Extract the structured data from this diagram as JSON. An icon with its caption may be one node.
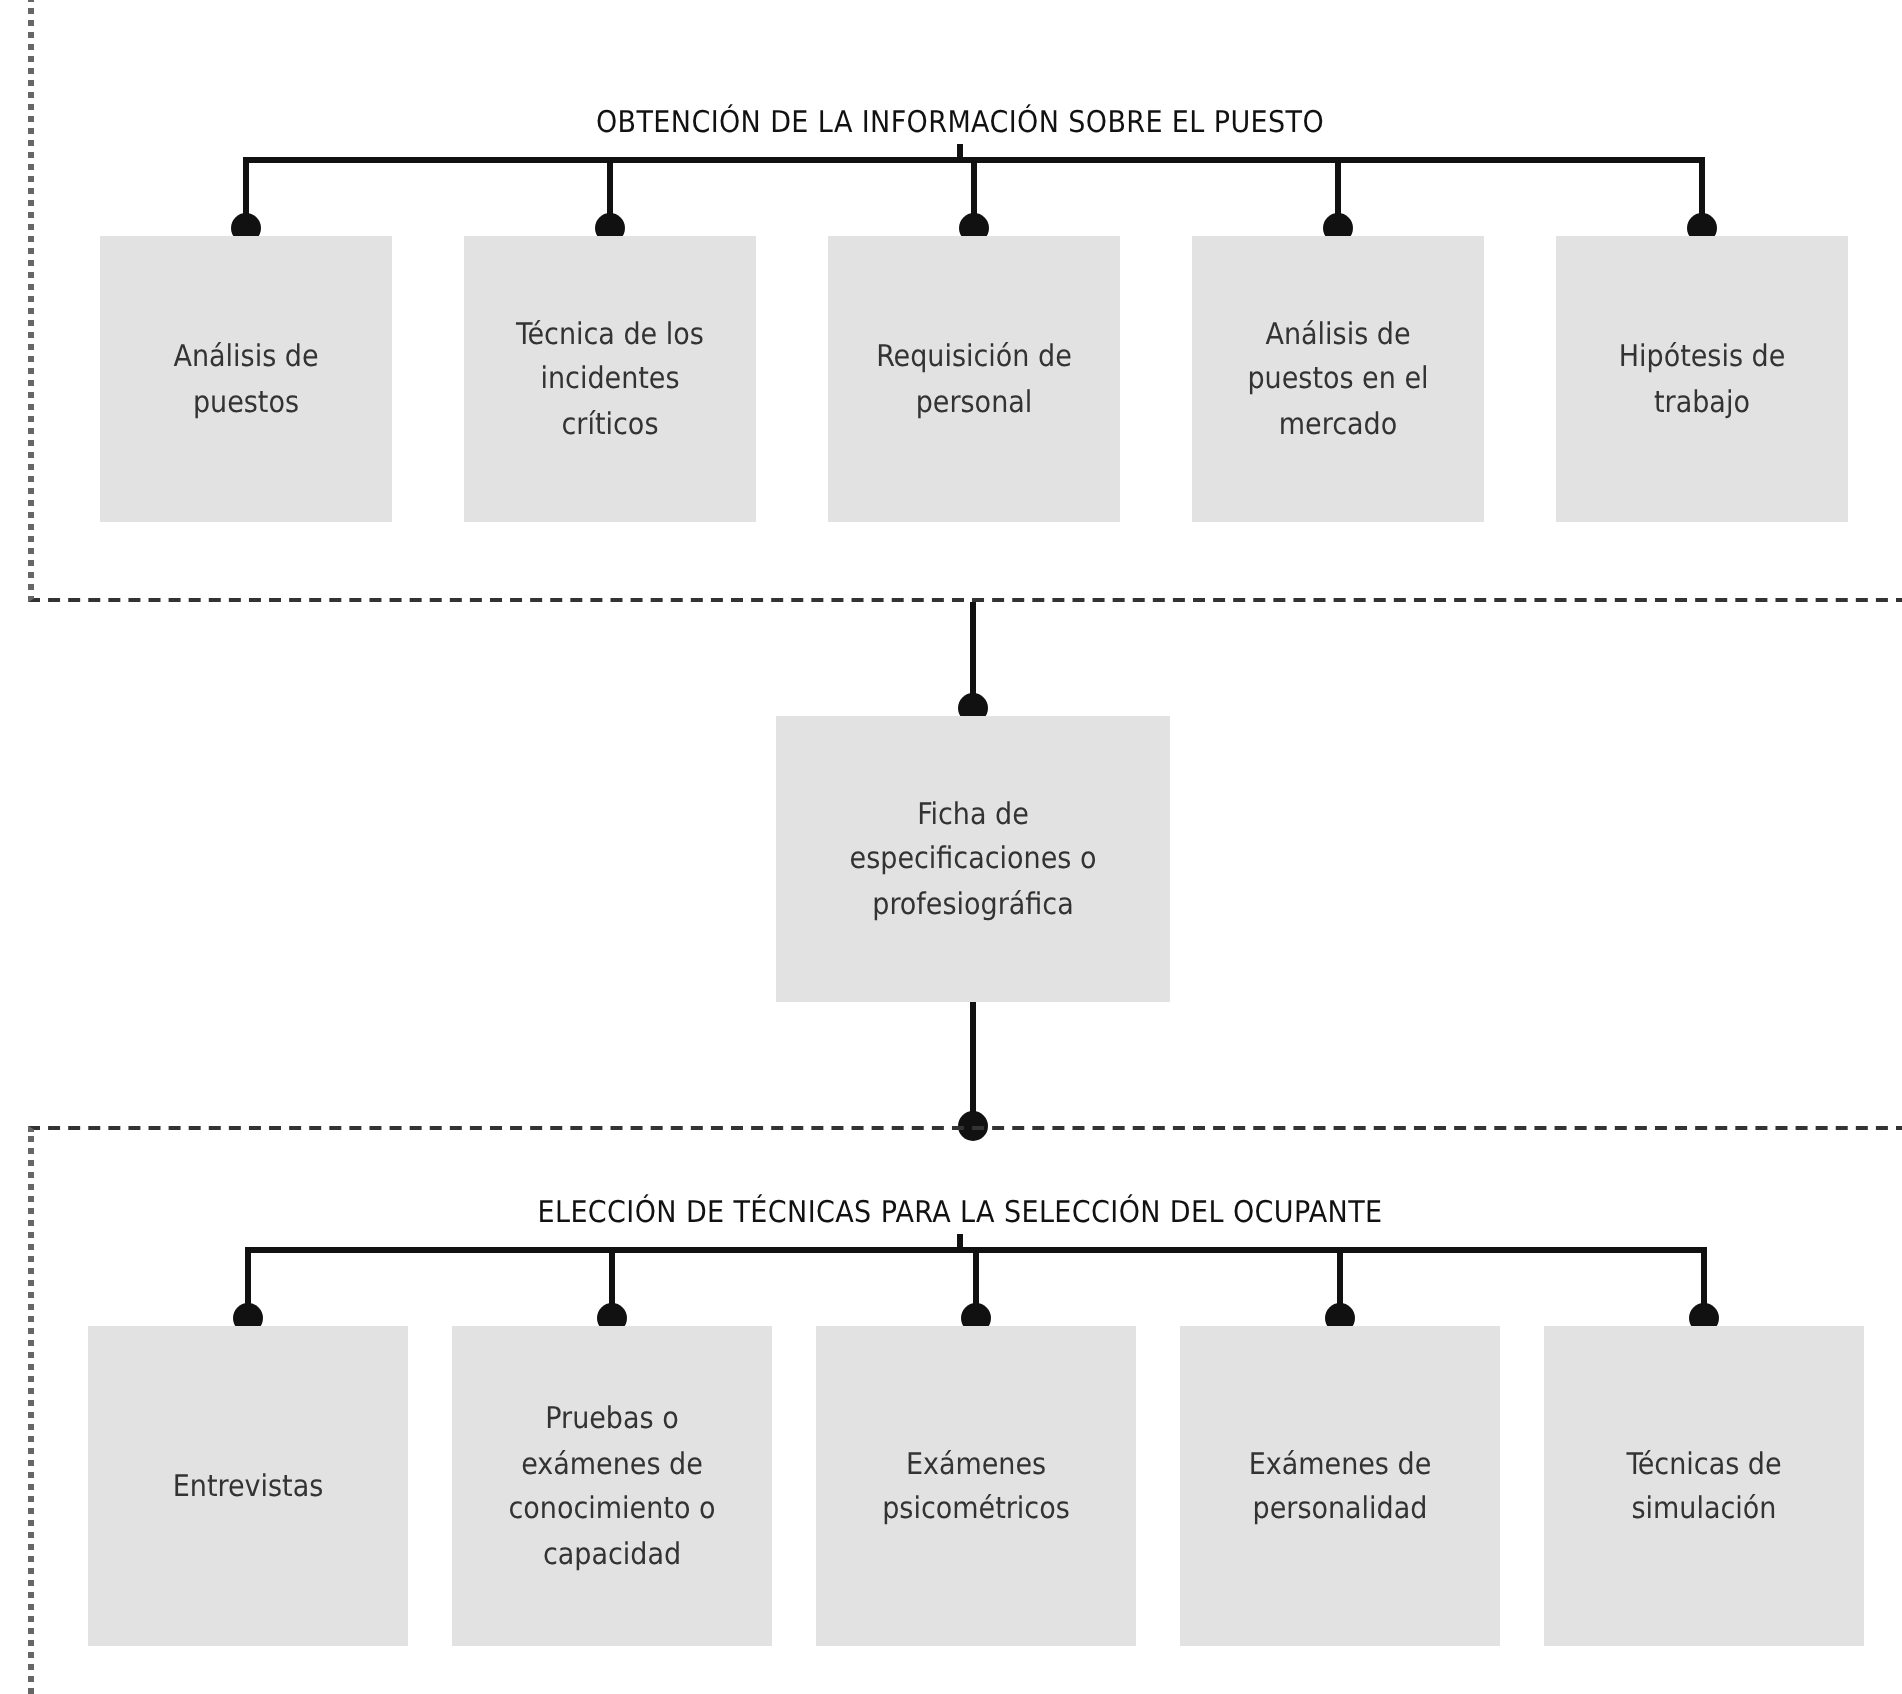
{
  "diagram": {
    "nodes": [
      {
        "text": [],
        "shape": "box"
      },
      {
        "text": [
          "OBTENCIÓN DE LA INFORMACIÓN SOBRE EL PUESTO"
        ],
        "in": 0
      },
      {
        "text": [
          "Análisis de puestos"
        ],
        "in": 0
      },
      {
        "text": [
          "Técnica de los incidentes críticos"
        ],
        "in": 0
      },
      {
        "text": [
          "Requisición de personal"
        ],
        "in": 0
      },
      {
        "text": [
          "Análisis de puestos en el mercado"
        ],
        "in": 0
      },
      {
        "text": [
          "Hipótesis de trabajo"
        ],
        "in": 0
      },
      {
        "text": [
          "Ficha de especificaciones o profesiográfica"
        ]
      },
      {
        "text": [],
        "shape": "box"
      },
      {
        "text": [
          "ELECCIÓN DE TÉCNICAS PARA LA SELECCIÓN DEL OCUPANTE"
        ],
        "in": 8
      },
      {
        "text": [
          "Entrevistas"
        ],
        "in": 8
      },
      {
        "text": [
          "Pruebas o exámenes de conocimiento o capacidad"
        ],
        "in": 8
      },
      {
        "text": [
          "Exámenes psicométricos"
        ],
        "in": 8
      },
      {
        "text": [
          "Exámenes de personalidad"
        ],
        "in": 8
      },
      {
        "text": [
          "Técnicas de simulación"
        ],
        "in": 8
      }
    ],
    "edges": [
      {
        "from": 1,
        "to": 2,
        "arrow": "other"
      },
      {
        "from": 1,
        "to": 3,
        "arrow": "other"
      },
      {
        "from": 1,
        "to": 4,
        "arrow": "other"
      },
      {
        "from": 1,
        "to": 5,
        "arrow": "other"
      },
      {
        "from": 1,
        "to": 6,
        "arrow": "other"
      },
      {
        "from": 0,
        "to": 7,
        "arrow": "other"
      },
      {
        "from": 7,
        "to": 8,
        "arrow": "other"
      },
      {
        "from": 9,
        "to": 10,
        "arrow": "other"
      },
      {
        "from": 9,
        "to": 11,
        "arrow": "other"
      },
      {
        "from": 9,
        "to": 12,
        "arrow": "other"
      },
      {
        "from": 9,
        "to": 13,
        "arrow": "other"
      },
      {
        "from": 9,
        "to": 14,
        "arrow": "other"
      }
    ]
  }
}
